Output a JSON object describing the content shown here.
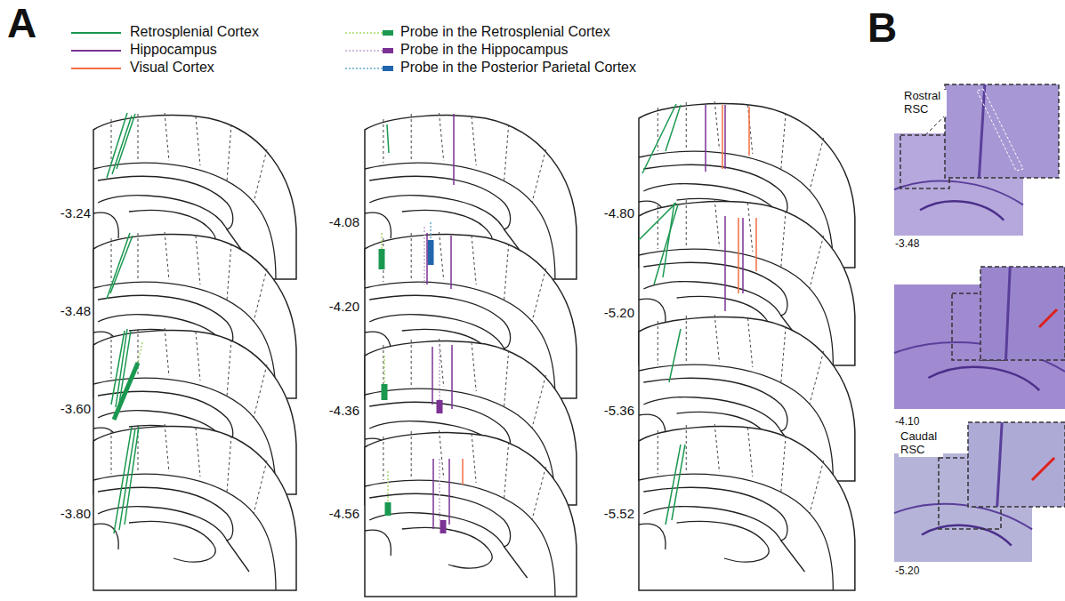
{
  "diagram": {
    "labels": [
      "A",
      "B",
      "-3.24",
      "-3.48",
      "-3.60",
      "-3.80",
      "-4.08",
      "-4.20",
      "-4.36",
      "-4.56",
      "-4.80",
      "-5.20",
      "-5.36",
      "-5.52",
      "Rostral RSC",
      "-3.48",
      "-4.10",
      "Caudal RSC",
      "-5.20"
    ],
    "legend": [
      {
        "text": "Retrosplenial Cortex"
      },
      {
        "text": "Probe in the Retrosplenial Cortex"
      },
      {
        "text": "Hippocampus"
      },
      {
        "text": "Probe in the Hippocampus"
      },
      {
        "text": "Visual Cortex"
      },
      {
        "text": "Probe in the Posterior Parietal Cortex"
      }
    ]
  }
}
